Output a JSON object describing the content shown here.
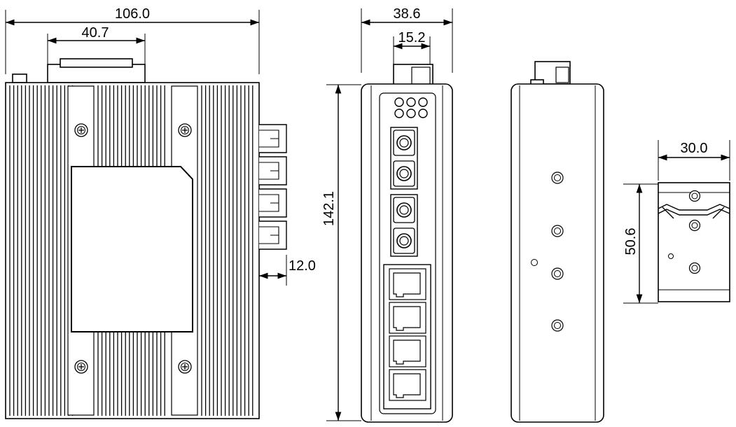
{
  "dimensions": {
    "side_width": "106.0",
    "connector_width": "40.7",
    "port_depth": "12.0",
    "front_width": "38.6",
    "front_rail_width": "15.2",
    "height": "142.1",
    "rail_width": "30.0",
    "rail_height": "50.6"
  },
  "views": {
    "side_view": {
      "fin_groups": 3,
      "screws": 4,
      "sfp_ports": 4
    },
    "front_view": {
      "leds": 6,
      "fiber_modules": 2,
      "rj45_ports": 4
    },
    "rear_view": {
      "mount_holes": 4
    },
    "din_clip_view": {
      "mount_holes": 3
    }
  },
  "colors": {
    "line": "#000000",
    "background": "#ffffff"
  }
}
